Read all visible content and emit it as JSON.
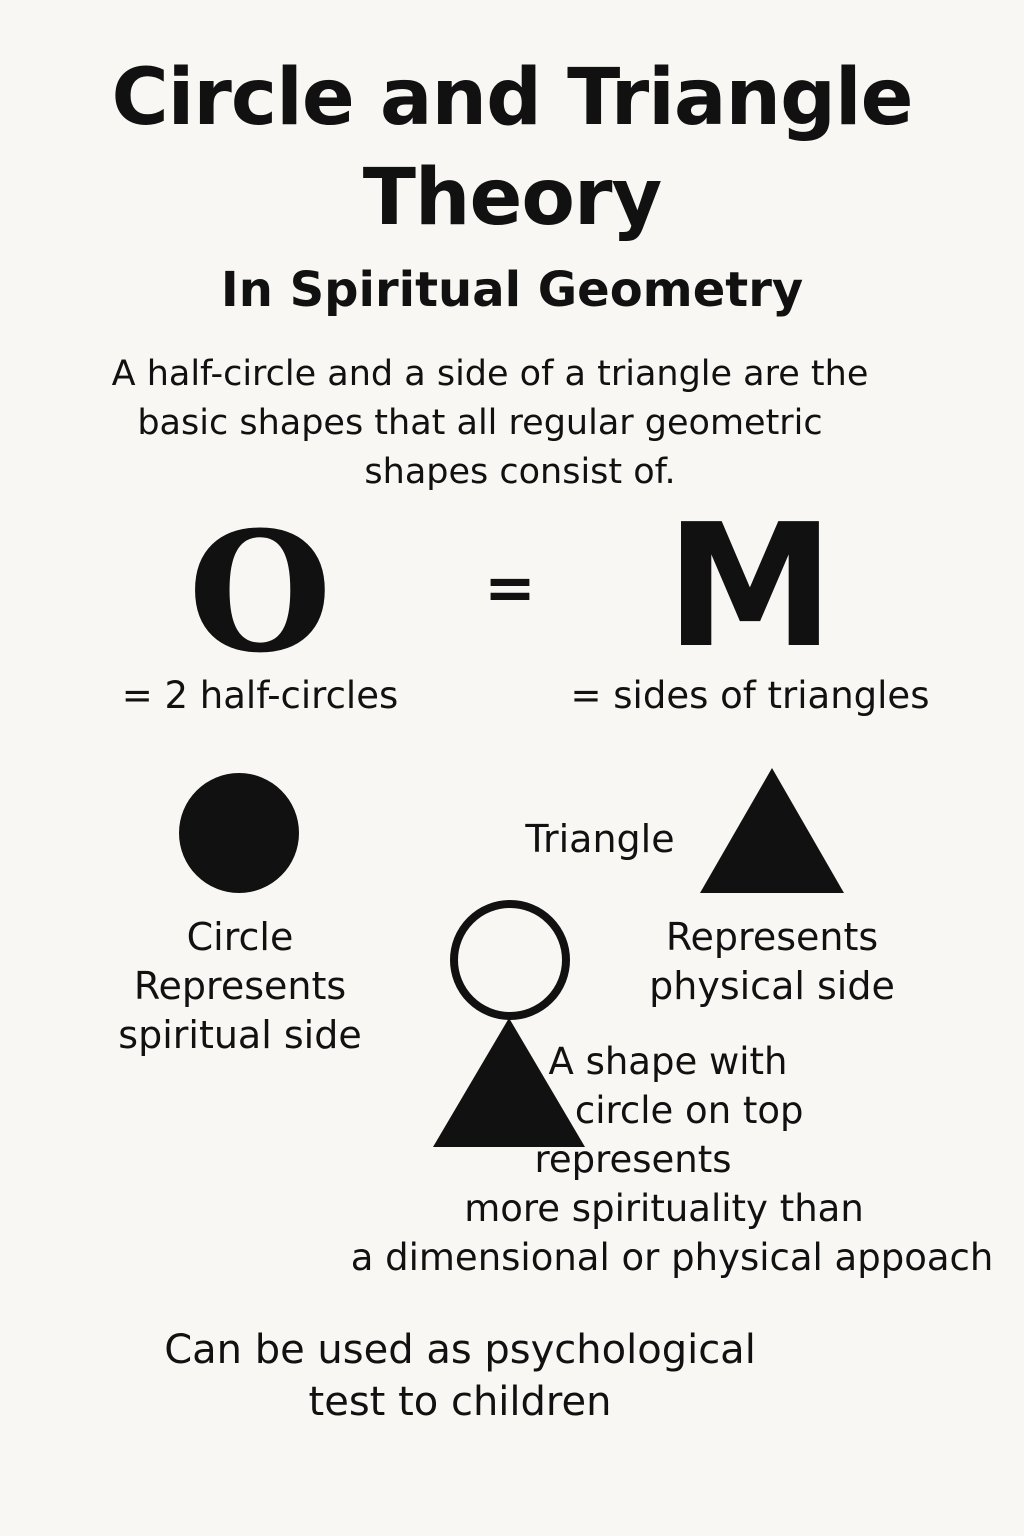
{
  "title": {
    "line1": "Circle and Triangle",
    "line2": "Theory"
  },
  "subtitle": "In Spiritual Geometry",
  "intro": [
    "A half-circle and a side of a triangle are the",
    "basic shapes that all regular geometric",
    "shapes consist of."
  ],
  "equation": {
    "left_symbol": "O",
    "operator": "=",
    "right_symbol": "M",
    "left_label": "= 2 half-circles",
    "right_label": "= sides of triangles"
  },
  "circle_section": {
    "icon": "filled-circle",
    "desc": [
      "Circle",
      "Represents",
      "spiritual side"
    ]
  },
  "triangle_section": {
    "icon": "filled-triangle",
    "label": "Triangle",
    "desc": [
      "Represents",
      "physical side"
    ]
  },
  "combined_section": {
    "icon": "circle-on-triangle",
    "desc": [
      "A shape with",
      "a circle on top",
      "represents",
      "more spirituality than",
      "a dimensional or physical appoach"
    ]
  },
  "footer": [
    "Can be used as psychological",
    "test to children"
  ],
  "colors": {
    "background": "#f8f7f3",
    "ink": "#111111"
  }
}
